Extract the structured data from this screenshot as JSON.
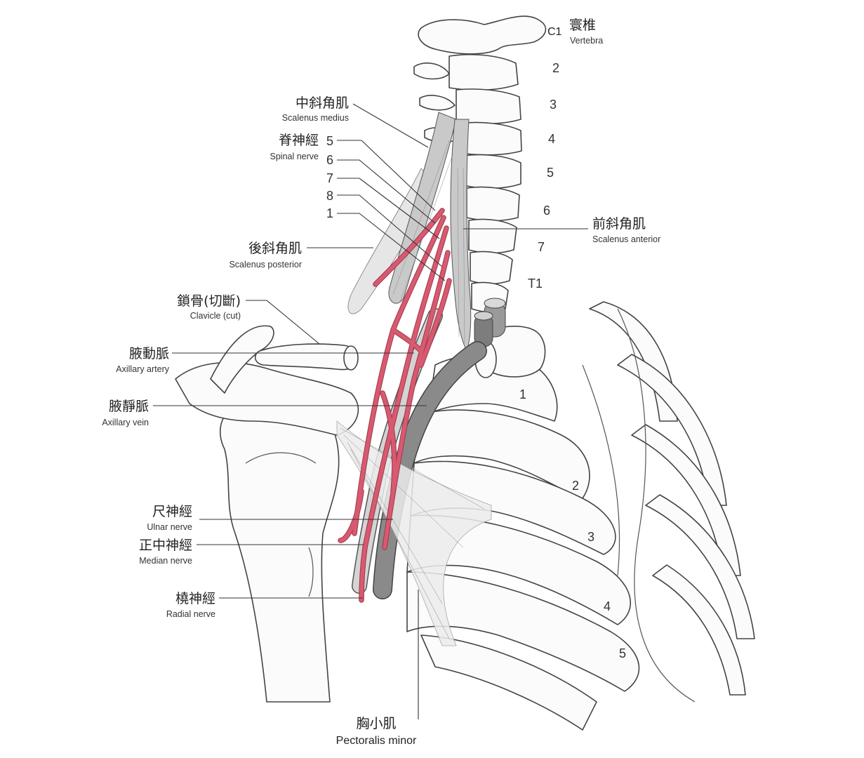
{
  "labels": {
    "vertebra": {
      "zh": "寰椎",
      "en": "Vertebra",
      "num": "C1"
    },
    "scalenus_medius": {
      "zh": "中斜角肌",
      "en": "Scalenus medius"
    },
    "spinal_nerve": {
      "zh": "脊神經",
      "en": "Spinal nerve"
    },
    "scalenus_posterior": {
      "zh": "後斜角肌",
      "en": "Scalenus posterior"
    },
    "scalenus_anterior": {
      "zh": "前斜角肌",
      "en": "Scalenus anterior"
    },
    "clavicle": {
      "zh": "鎖骨(切斷)",
      "en": "Clavicle (cut)"
    },
    "axillary_artery": {
      "zh": "腋動脈",
      "en": "Axillary artery"
    },
    "axillary_vein": {
      "zh": "腋靜脈",
      "en": "Axillary vein"
    },
    "ulnar_nerve": {
      "zh": "尺神經",
      "en": "Ulnar nerve"
    },
    "median_nerve": {
      "zh": "正中神經",
      "en": "Median nerve"
    },
    "radial_nerve": {
      "zh": "橈神經",
      "en": "Radial nerve"
    },
    "pectoralis_minor": {
      "zh": "胸小肌",
      "en": "Pectoralis minor"
    }
  },
  "vertebra_numbers": [
    "2",
    "3",
    "4",
    "5",
    "6",
    "7",
    "T1"
  ],
  "nerve_numbers": [
    "5",
    "6",
    "7",
    "8",
    "1"
  ],
  "rib_numbers": [
    "1",
    "2",
    "3",
    "4",
    "5"
  ],
  "colors": {
    "nerve": "#d85a70",
    "bone_outline": "#444444",
    "muscle": "#c9c9c9",
    "vessel": "#8f8f8f"
  }
}
